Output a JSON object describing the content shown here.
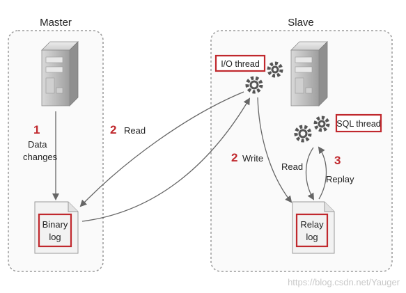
{
  "master": {
    "title": "Master",
    "step1_number": "1",
    "data_changes_line1": "Data",
    "data_changes_line2": "changes",
    "binary_log_line1": "Binary",
    "binary_log_line2": "log"
  },
  "slave": {
    "title": "Slave",
    "io_thread": "I/O thread",
    "sql_thread": "SQL thread",
    "relay_log_line1": "Relay",
    "relay_log_line2": "log",
    "read_label": "Read",
    "replay_label": "Replay",
    "step3_number": "3"
  },
  "links": {
    "step2_read_number": "2",
    "read_label": "Read",
    "step2_write_number": "2",
    "write_label": "Write"
  },
  "watermark": "https://blog.csdn.net/Yauger",
  "colors": {
    "accent_red": "#c0282d",
    "box_border": "#9a9a9a",
    "gear": "#555555",
    "arrow": "#666666"
  }
}
